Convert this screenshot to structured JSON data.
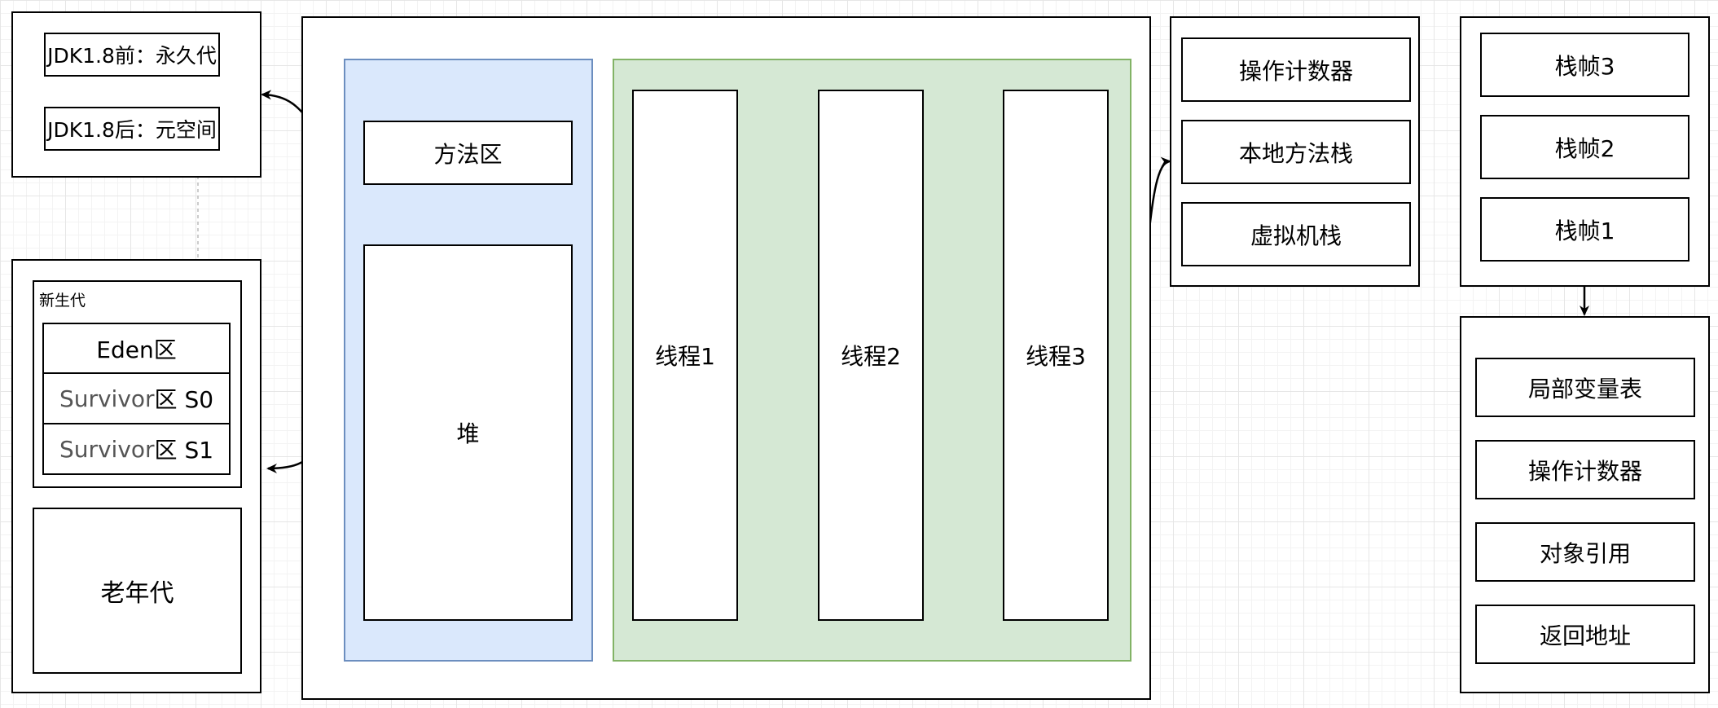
{
  "jdk_box": {
    "before_label": "JDK1.8前：永久代",
    "after_label": "JDK1.8后：元空间"
  },
  "heap_detail": {
    "young_gen_label": "新生代",
    "eden_label": "Eden区",
    "survivor_s0_label_prefix": "Survivor",
    "survivor_s0_label_suffix": "区 S0",
    "survivor_s1_label_prefix": "Survivor",
    "survivor_s1_label_suffix": "区 S1",
    "old_gen_label": "老年代"
  },
  "jvm": {
    "method_area_label": "方法区",
    "heap_label": "堆",
    "threads": [
      {
        "label": "线程1"
      },
      {
        "label": "线程2"
      },
      {
        "label": "线程3"
      }
    ]
  },
  "thread_private": {
    "items": [
      {
        "label": "操作计数器"
      },
      {
        "label": "本地方法栈"
      },
      {
        "label": "虚拟机栈"
      }
    ]
  },
  "stack_frames": {
    "items": [
      {
        "label": "栈帧3"
      },
      {
        "label": "栈帧2"
      },
      {
        "label": "栈帧1"
      }
    ]
  },
  "frame_detail": {
    "items": [
      {
        "label": "局部变量表"
      },
      {
        "label": "操作计数器"
      },
      {
        "label": "对象引用"
      },
      {
        "label": "返回地址"
      }
    ]
  }
}
